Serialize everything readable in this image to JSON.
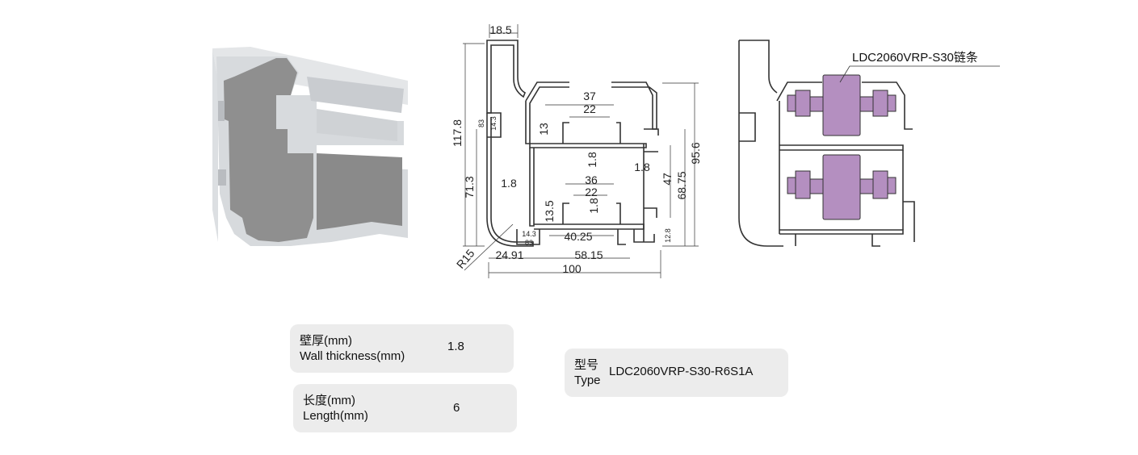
{
  "drawing": {
    "dims": {
      "top_width": "18.5",
      "total_height": "117.8",
      "left_height": "71.3",
      "small_a": "83",
      "small_b": "14.3",
      "top_slot_outer": "37",
      "top_slot_inner": "22",
      "top_slot_depth": "13",
      "mid_wall": "1.8",
      "right_wall": "1.8",
      "left_wall": "1.8",
      "right_47": "47",
      "right_6875": "68.75",
      "right_956": "95.6",
      "bot_slot_outer": "36",
      "bot_slot_inner": "22",
      "bot_slot_depth": "13.5",
      "bot_wall": "1.8",
      "foot_a": "14.3",
      "foot_b": "83",
      "base_gap": "40.25",
      "right_128": "12.8",
      "radius": "R15",
      "left_offset": "24.91",
      "mid_span": "58.15",
      "total_width": "100"
    },
    "chain_callout": "LDC2060VRP-S30链条"
  },
  "colors": {
    "chain": "#b48fc0",
    "profile": "#8c8c8c"
  },
  "specs": {
    "wall": {
      "cn": "壁厚(mm)",
      "en": "Wall thickness(mm)",
      "value": "1.8"
    },
    "length": {
      "cn": "长度(mm)",
      "en": "Length(mm)",
      "value": "6"
    },
    "type": {
      "cn": "型号",
      "en": "Type",
      "value": "LDC2060VRP-S30-R6S1A"
    }
  }
}
